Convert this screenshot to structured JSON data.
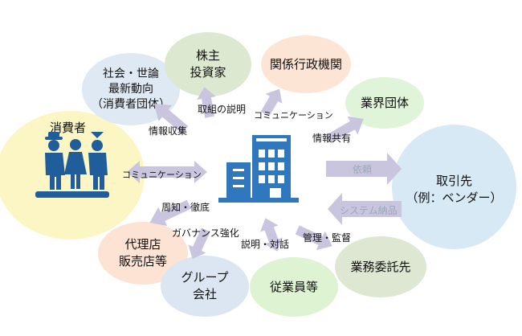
{
  "colors": {
    "arrow": "#c9c5de",
    "building": "#2f78bd",
    "people_fill": "#1f5d9b",
    "consumer_bubble": "#fbf6c4",
    "investor_bubble": "#dde8d0",
    "admin_bubble": "#fde5d6",
    "society_bubble": "#dfe9f3",
    "industry_bubble": "#dff4d8",
    "partner_bubble": "#d6e9f4",
    "dealer_bubble": "#fde3d4",
    "group_bubble": "#dbe6f2",
    "employee_bubble": "#ddf3d2",
    "outsource_bubble": "#dde7d2"
  },
  "nodes": {
    "consumer": "消費者",
    "society": "社会・世論\n最新動向\n（消費者団体）",
    "investor": "株主\n投資家",
    "admin": "関係行政機関",
    "industry": "業界団体",
    "partner": "取引先\n（例：ベンダー）",
    "dealer": "代理店\n販売店等",
    "group": "グループ\n会社",
    "employee": "従業員等",
    "outsource": "業務委託先"
  },
  "labels": {
    "info_collect": "情報収集",
    "explain_efforts": "取組の説明",
    "communication_top": "コミュニケーション",
    "info_share": "情報共有",
    "request": "依頼",
    "communication_left": "コミュニケーション",
    "notify": "周知・徹底",
    "system_delivery": "システム納品",
    "governance": "ガバナンス強化",
    "explain_dialogue": "説明・対話",
    "manage_supervise": "管理・監督"
  },
  "icons": [
    "building-icon",
    "consumers-people-icon"
  ]
}
